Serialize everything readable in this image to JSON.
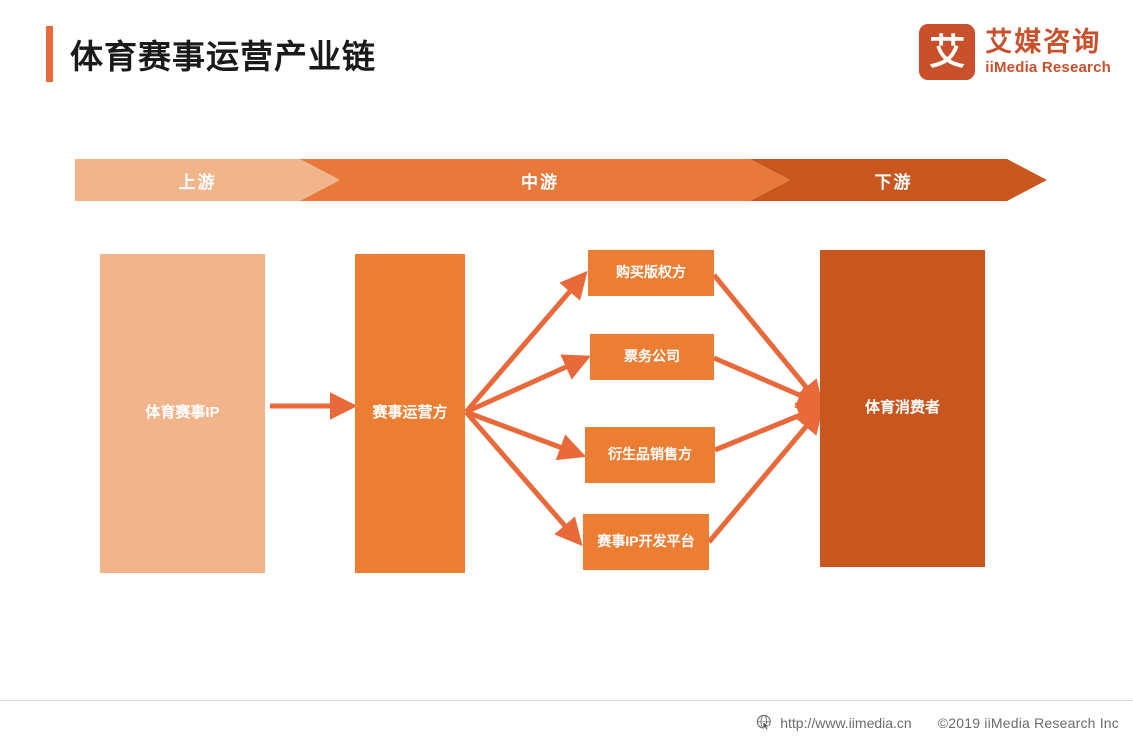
{
  "header": {
    "title": "体育赛事运营产业链",
    "accent_color": "#E8693A",
    "logo": {
      "mark_char": "艾",
      "name_cn": "艾媒咨询",
      "name_en": "iiMedia Research",
      "color": "#C8502B"
    }
  },
  "banner": {
    "segments": [
      {
        "label": "上游",
        "color": "#F2B48A"
      },
      {
        "label": "中游",
        "color": "#E8793B"
      },
      {
        "label": "下游",
        "color": "#C8561F"
      }
    ]
  },
  "diagram": {
    "upstream": {
      "label": "体育赛事IP",
      "color": "#F2B48A"
    },
    "operator": {
      "label": "赛事运营方",
      "color": "#EC7E34"
    },
    "midstream": [
      {
        "label": "购买版权方",
        "color": "#EC7E34"
      },
      {
        "label": "票务公司",
        "color": "#EC7E34"
      },
      {
        "label": "衍生品销售方",
        "color": "#EC7E34"
      },
      {
        "label": "赛事IP开发平台",
        "color": "#EC7E34"
      }
    ],
    "downstream": {
      "label": "体育消费者",
      "color": "#C8561F"
    },
    "arrow_color": "#E8693A"
  },
  "footer": {
    "url": "http://www.iimedia.cn",
    "copyright": "©2019  iiMedia Research Inc"
  }
}
